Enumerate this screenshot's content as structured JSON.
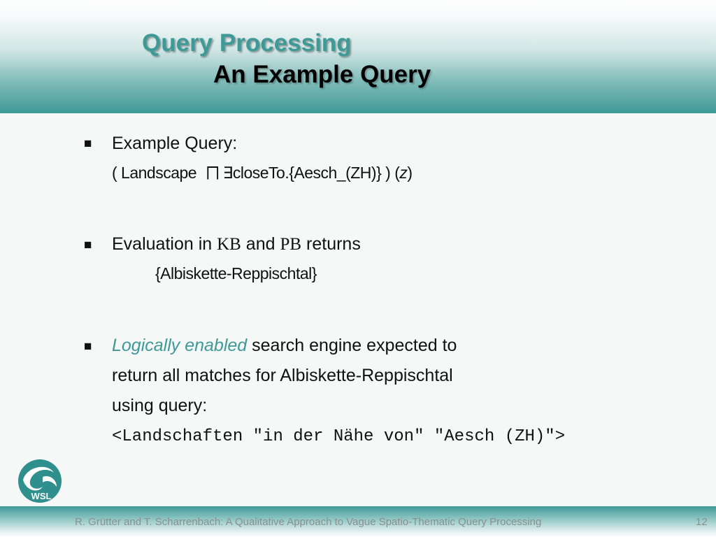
{
  "title": "Query Processing",
  "subtitle": "An Example Query",
  "bullet_glyph": "■",
  "b1": {
    "heading": "Example Query:",
    "q_open": "( Landscape",
    "q_and": "⨅",
    "q_exists": "∃",
    "q_rest": "closeTo.{Aesch_(ZH)} ) (",
    "q_var": "z",
    "q_close": ")"
  },
  "b2": {
    "pre": "Evaluation in",
    "kb": "KB",
    "and": "and",
    "pb": "PB",
    "post": "returns",
    "result": "{Albiskette-Reppischtal}"
  },
  "b3": {
    "accent": "Logically enabled",
    "line1_rest": "search engine expected to",
    "line2": "return all matches for Albiskette-Reppischtal",
    "line3": "using query:",
    "query": "<Landschaften \"in der Nähe von\" \"Aesch (ZH)\">"
  },
  "logo_text": "WSL",
  "footer": "R. Grütter and T. Scharrenbach: A Qualitative Approach to Vague Spatio-Thematic Query Processing",
  "page_number": "12",
  "colors": {
    "accent": "#3d9a97",
    "header_dark": "#3f9a98"
  }
}
